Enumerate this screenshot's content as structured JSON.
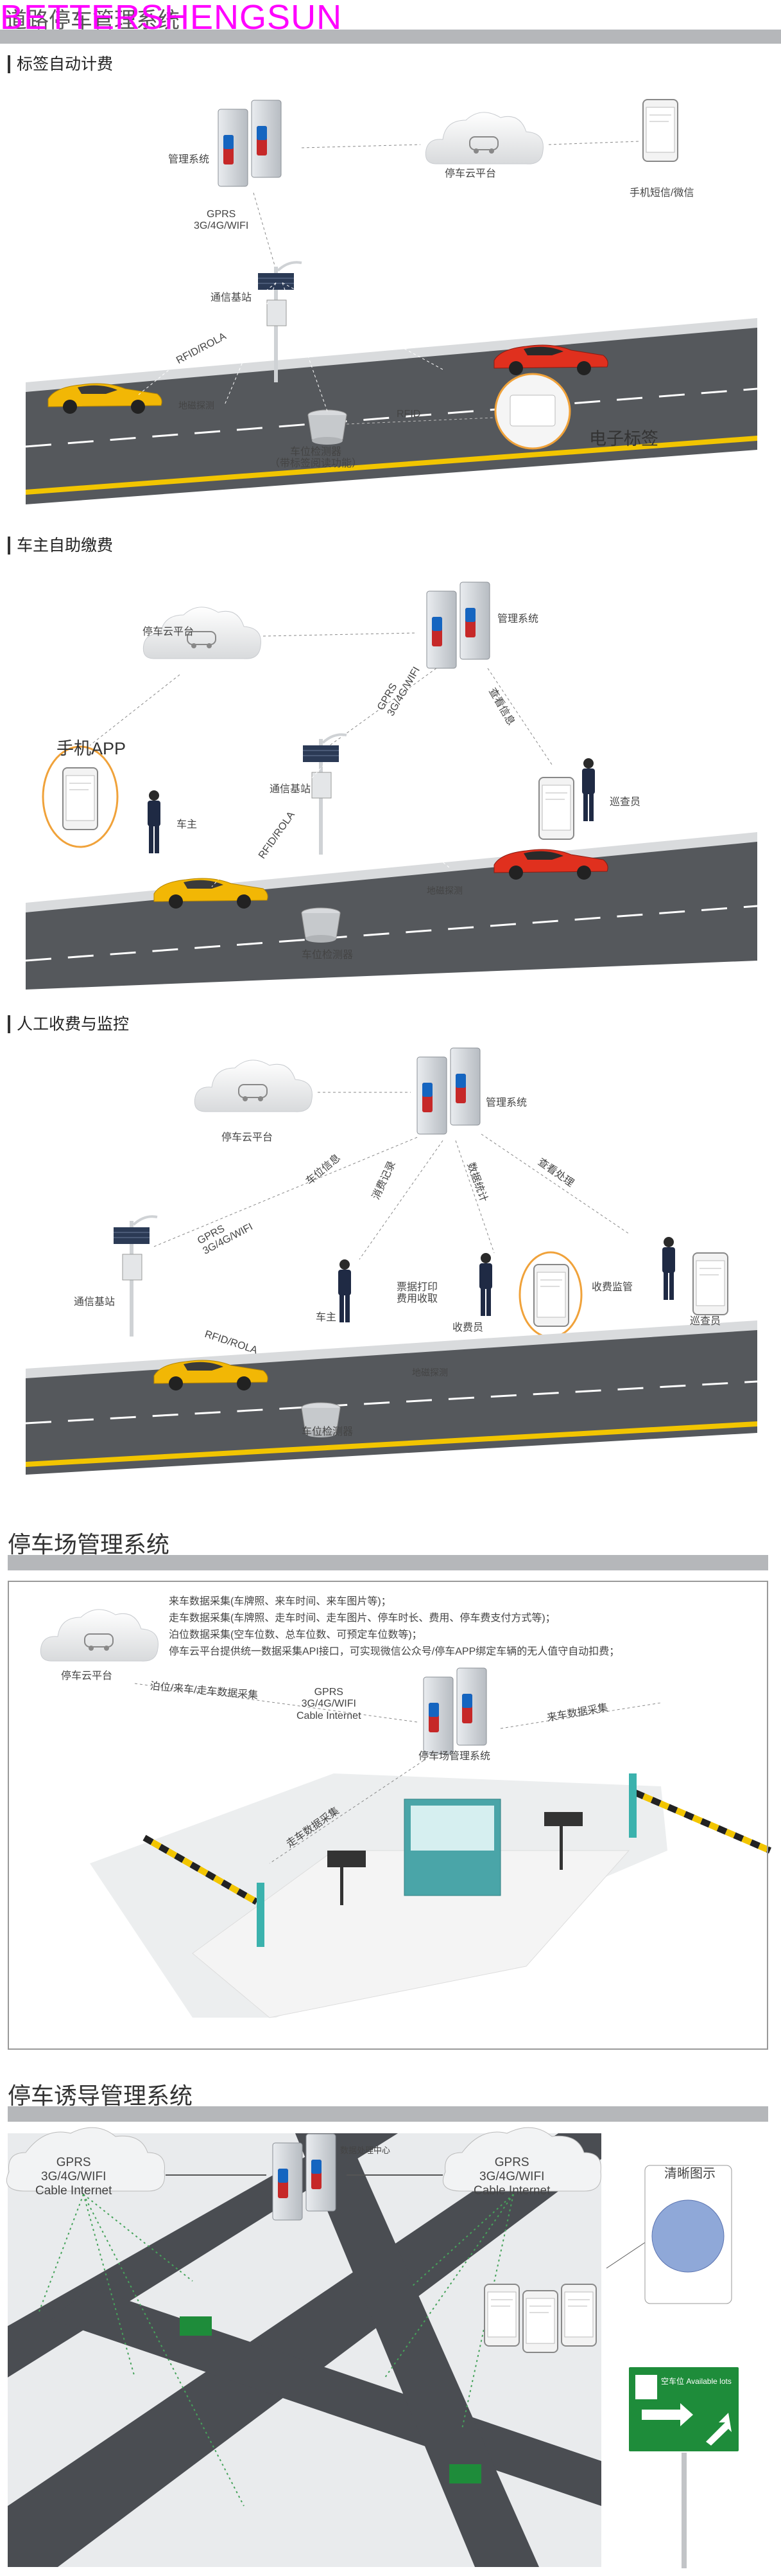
{
  "watermark": "BETTERSHENGSUN",
  "page_title": "道路停车管理系统",
  "colors": {
    "watermark": "#ff00ff",
    "bar": "#b5b7ba",
    "road": "#55585c",
    "yellow_line": "#f2c500",
    "booth": "#4aa5a8",
    "sign_green": "#1e8c3a"
  },
  "section1": {
    "subtitle": "标签自动计费",
    "server_label": "管理系统",
    "cloud_label": "停车云平台",
    "phone_label": "手机短信/微信",
    "network_label": "GPRS\n3G/4G/WIFI",
    "base_label": "通信基站",
    "rfid_label": "RFID/ROLA",
    "probe_label": "地磁探测",
    "rfid2_label": "RFID",
    "detector_label": "车位检测器\n（带标签阅读功能）",
    "tag_label": "电子标签"
  },
  "section2": {
    "subtitle": "车主自助缴费",
    "cloud_label": "停车云平台",
    "server_label": "管理系统",
    "network_label": "GPRS\n3G/4G/WIFI",
    "paging_label": "查看信息",
    "app_label": "手机APP",
    "owner_label": "车主",
    "base_label": "通信基站",
    "rfid_label": "RFID/ROLA",
    "probe_label": "地磁探测",
    "detector_label": "车位检测器",
    "patrol_label": "巡查员"
  },
  "section3": {
    "subtitle": "人工收费与监控",
    "cloud_label": "停车云平台",
    "server_label": "管理系统",
    "network_label": "GPRS\n3G/4G/WIFI",
    "base_label": "通信基站",
    "info1": "车位信息",
    "info2": "消费记录",
    "info3": "数据统计",
    "info4": "查看处理",
    "print_label": "票据打印\n费用收取",
    "collector_label": "收费员",
    "monitor_label": "收费监管",
    "patrol_label": "巡查员",
    "owner_label": "车主",
    "rfid_label": "RFID/ROLA",
    "probe_label": "地磁探测",
    "detector_label": "车位检测器"
  },
  "section4": {
    "title": "停车场管理系统",
    "cloud_label": "停车云平台",
    "notes": [
      "来车数据采集(车牌照、来车时间、来车图片等)；",
      "走车数据采集(车牌照、走车时间、走车图片、停车时长、费用、停车费支付方式等)；",
      "泊位数据采集(空车位数、总车位数、可预定车位数等)；",
      "停车云平台提供统一数据采集API接口，可实现微信公众号/停车APP绑定车辆的无人值守自动扣费；"
    ],
    "uplink_label": "泊位/来车/走车数据采集",
    "network_label": "GPRS\n3G/4G/WIFI\nCable Internet",
    "server_label": "停车场管理系统",
    "in_label": "来车数据采集",
    "out_label": "走车数据采集"
  },
  "section5": {
    "title": "停车诱导管理系统",
    "cloud_left": "GPRS\n3G/4G/WIFI\nCable Internet",
    "cloud_right": "GPRS\n3G/4G/WIFI\nCable Internet",
    "server_label": "数据处理中心",
    "map_title": "清晰图示",
    "sign_label": "空车位 Available lots"
  }
}
